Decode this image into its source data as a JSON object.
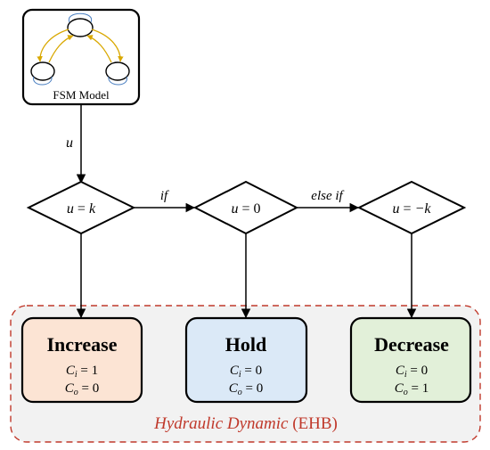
{
  "fsm": {
    "label": "FSM Model",
    "colors": {
      "edge": "#d9a800",
      "loop": "#4a7fc1"
    }
  },
  "signals": {
    "input": "u",
    "branch_if": "if",
    "branch_else_if": "else if"
  },
  "conditions": [
    {
      "id": "increase",
      "lhs": "u",
      "rhs": "k"
    },
    {
      "id": "hold",
      "lhs": "u",
      "rhs": "0"
    },
    {
      "id": "decrease",
      "lhs": "u",
      "rhs": "−k"
    }
  ],
  "states": [
    {
      "id": "increase",
      "title": "Increase",
      "ci": "1",
      "co": "0",
      "fill": "#fce4d4"
    },
    {
      "id": "hold",
      "title": "Hold",
      "ci": "0",
      "co": "0",
      "fill": "#dbe9f7"
    },
    {
      "id": "decrease",
      "title": "Decrease",
      "ci": "0",
      "co": "1",
      "fill": "#e2f0d9"
    }
  ],
  "group": {
    "label_italic": "Hydraulic Dynamic",
    "label_plain": "(EHB)",
    "border_color": "#c0392b",
    "fill": "#f2f2f2"
  }
}
